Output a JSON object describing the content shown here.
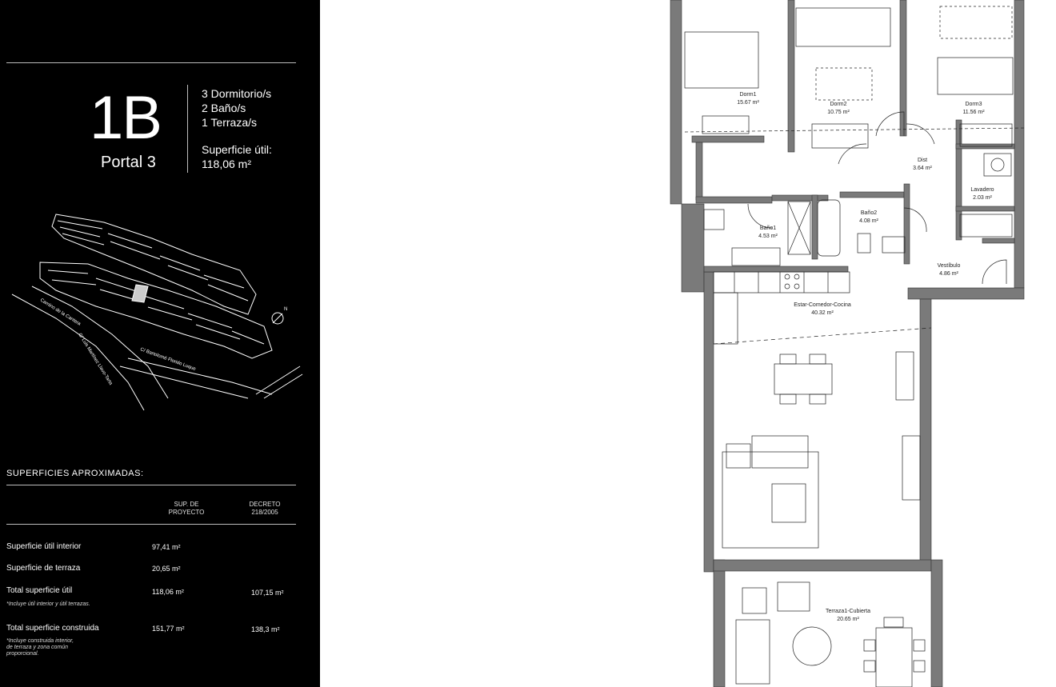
{
  "unit": {
    "code": "1B",
    "portal": "Portal 3",
    "bedrooms": "3 Dormitorio/s",
    "bathrooms": "2 Baño/s",
    "terraces": "1 Terraza/s",
    "useful_area_label": "Superficie útil:",
    "useful_area_value": "118,06 m²"
  },
  "site_map": {
    "streets": [
      "Camino de la Cantera",
      "C/ Luis Martínez Llavo-Tarta",
      "C/ Bartolomé Florido Luque"
    ],
    "north_label": "N"
  },
  "surfaces": {
    "title": "SUPERFICIES APROXIMADAS:",
    "col1": "SUP. DE\nPROYECTO",
    "col2": "DECRETO\n218/2005",
    "rows": [
      {
        "label": "Superficie útil interior",
        "note": "",
        "proyecto": "97,41  m²",
        "decreto": ""
      },
      {
        "label": "Superficie de terraza",
        "note": "",
        "proyecto": "20,65 m²",
        "decreto": ""
      },
      {
        "label": "Total superficie útil",
        "note": "*Incluye útil interior y útil terrazas.",
        "proyecto": "118,06 m²",
        "decreto": "107,15 m²"
      },
      {
        "label": "Total superficie construida",
        "note": "*Incluye construida interior,\nde terraza y zona común\nproporcional.",
        "proyecto": "151,77 m²",
        "decreto": "138,3 m²"
      }
    ]
  },
  "rooms": [
    {
      "name": "Dorm1",
      "area": "15.67 m²"
    },
    {
      "name": "Dorm2",
      "area": "10.75 m²"
    },
    {
      "name": "Dorm3",
      "area": "11.56 m²"
    },
    {
      "name": "Dist",
      "area": "3.64 m²"
    },
    {
      "name": "Lavadero",
      "area": "2.03 m²"
    },
    {
      "name": "Baño1",
      "area": "4.53 m²"
    },
    {
      "name": "Baño2",
      "area": "4.08 m²"
    },
    {
      "name": "Vestíbulo",
      "area": "4.86 m²"
    },
    {
      "name": "Estar-Comedor-Cocina",
      "area": "40.32 m²"
    },
    {
      "name": "Terraza1-Cubierta",
      "area": "20.65 m²"
    }
  ]
}
